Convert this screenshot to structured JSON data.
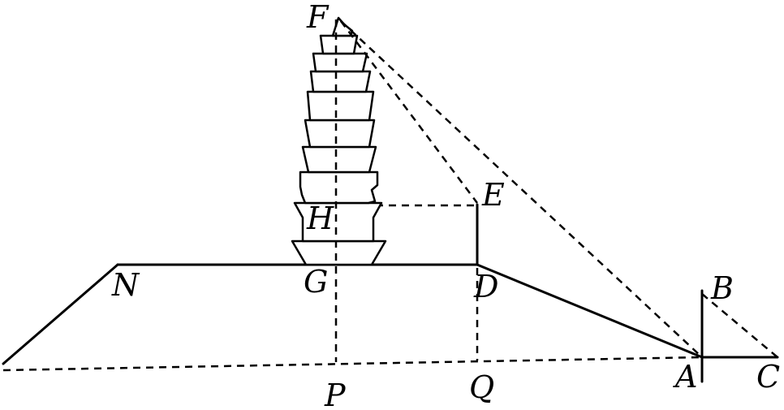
{
  "points": {
    "F": "F",
    "E": "E",
    "H": "H",
    "N": "N",
    "G": "G",
    "D": "D",
    "B": "B",
    "P": "P",
    "Q": "Q",
    "A": "A",
    "C": "C"
  }
}
